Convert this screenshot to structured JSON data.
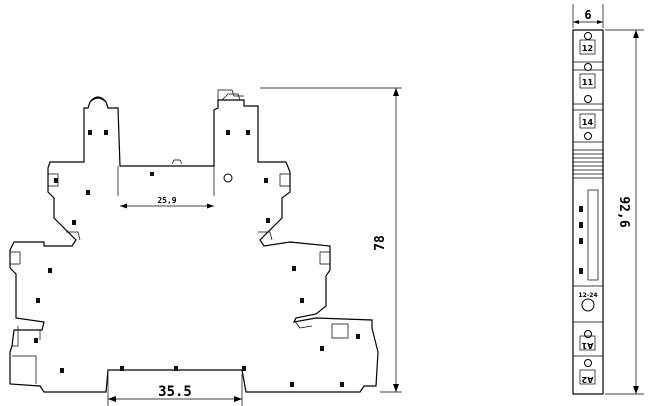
{
  "dimensions": {
    "top_inner_width": "25,9",
    "bottom_width": "35.5",
    "height": "78",
    "module_width": "6",
    "module_height": "92,6"
  },
  "terminals": [
    "12",
    "11",
    "14",
    "12-24",
    "A1",
    "A2"
  ]
}
